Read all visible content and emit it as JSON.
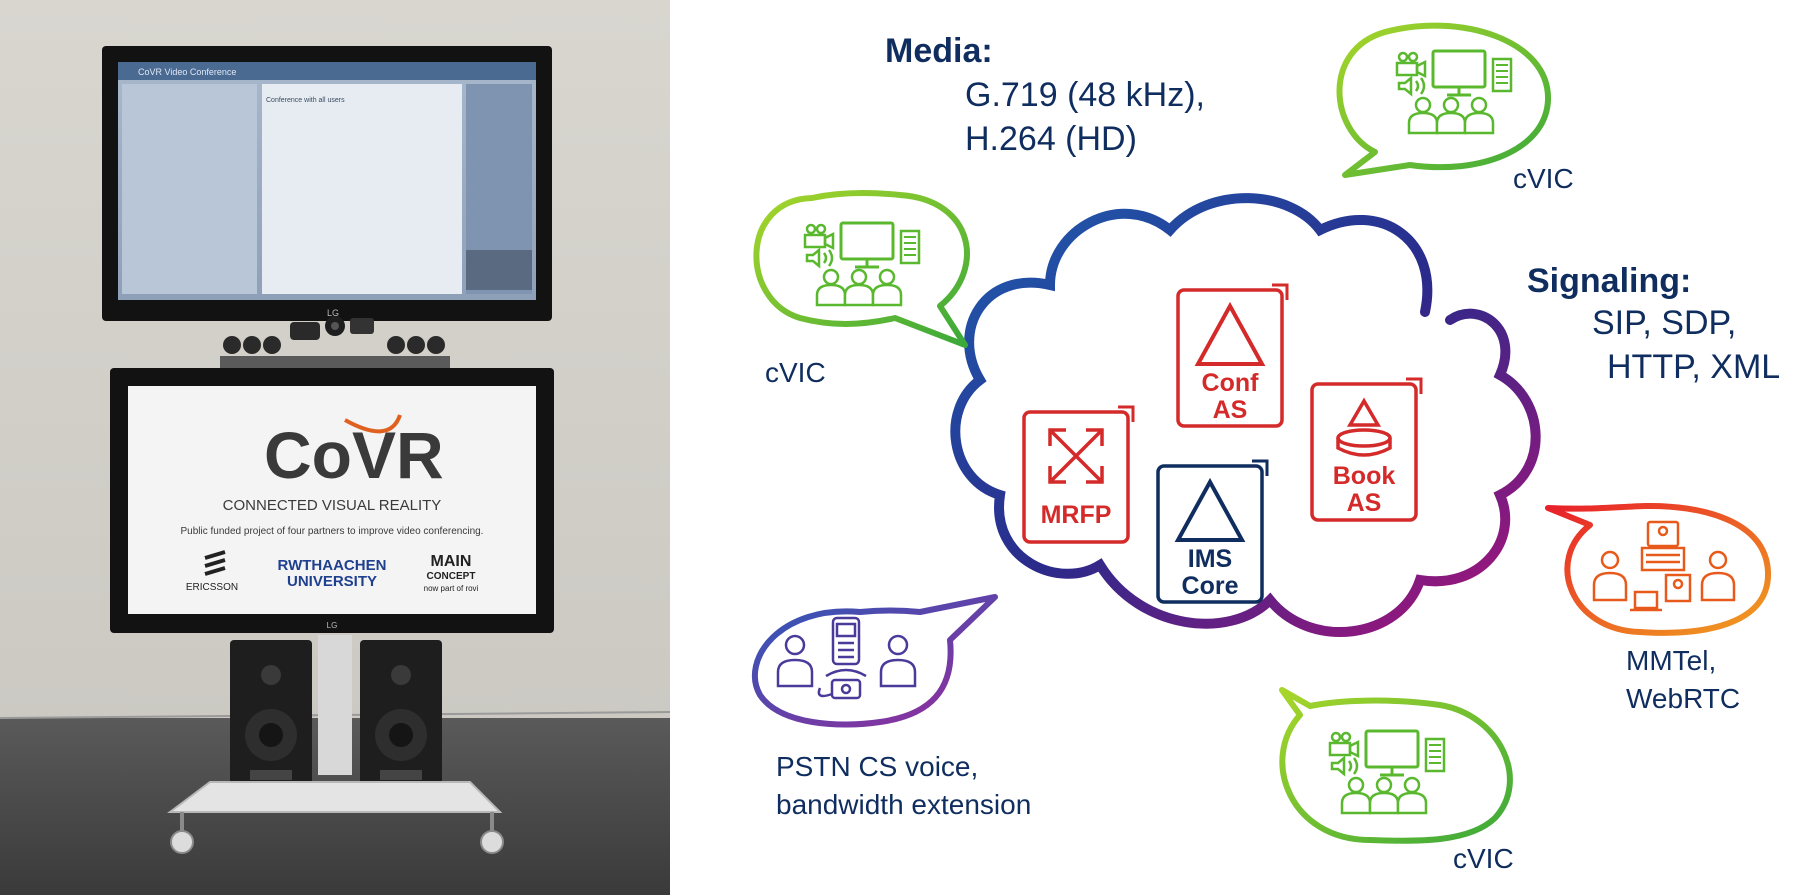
{
  "media": {
    "title": "Media:",
    "line1": "G.719 (48 kHz),",
    "line2": "H.264 (HD)"
  },
  "signaling": {
    "title": "Signaling:",
    "line1": "SIP, SDP,",
    "line2": "HTTP, XML"
  },
  "clients": {
    "cvic_top": "cVIC",
    "cvic_left": "cVIC",
    "cvic_bottom": "cVIC",
    "mmtel_line1": "MMTel,",
    "mmtel_line2": "WebRTC",
    "pstn_line1": "PSTN CS voice,",
    "pstn_line2": "bandwidth  extension"
  },
  "cloud": {
    "conf_line1": "Conf",
    "conf_line2": "AS",
    "book_line1": "Book",
    "book_line2": "AS",
    "mrfp": "MRFP",
    "ims_line1": "IMS",
    "ims_line2": "Core"
  },
  "photo": {
    "screen_title": "CoVR Video Conference",
    "screen_heading": "Conference with all users",
    "logo": "CoVR",
    "tagline": "CONNECTED VISUAL REALITY",
    "description": "Public funded project of four partners to improve video conferencing.",
    "partner1": "ERICSSON",
    "partner2a": "RWTHAACHEN",
    "partner2b": "UNIVERSITY",
    "partner3a": "MAIN",
    "partner3b": "CONCEPT",
    "partner3c": "now part of rovi",
    "brand": "LG"
  },
  "colors": {
    "navy": "#0f2d5e",
    "red": "#d42a2a",
    "green": "#5ab82e",
    "orange": "#e85a1c",
    "purple": "#6a3a9a"
  }
}
